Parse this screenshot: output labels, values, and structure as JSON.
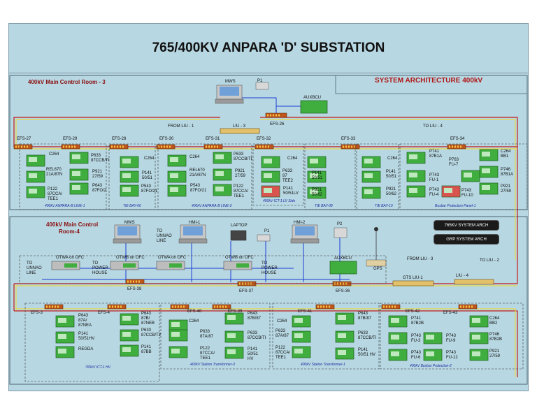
{
  "title": "765/400KV ANPARA 'D' SUBSTATION",
  "colors": {
    "bg": "#b7d7e2",
    "red": "#c21b1b",
    "yellow": "#e8d84a",
    "blue": "#1d3fd6",
    "relay": "#3fae3f",
    "relay_alarm": "#d9534f",
    "efs": "#c0561b"
  },
  "room3": {
    "label": "400kV Main Control Room - 3",
    "arch_label": "SYSTEM ARCHITECTURE 400kV",
    "mws": "MWS",
    "p1": "P1",
    "auxbcu": "AUXBCU",
    "from_liu": "FROM LIU - 1",
    "liu": "LIU - 3",
    "to_liu": "TO LIU - 4",
    "efs_top": "EFS-26",
    "switches": [
      "EFS-27",
      "EFS-29",
      "EFS-28",
      "EFS-30",
      "EFS-31",
      "EFS-32",
      "EFS-33",
      "EFS-34"
    ],
    "bays": [
      {
        "name": "400kV ANPARA-B LINE-1",
        "relays": [
          "C264",
          "REL670 21A/87N",
          "P633 87CCB/TI",
          "P921 27/59",
          "P643 87FO/2",
          "P122 87CCA/ TEE1"
        ]
      },
      {
        "name": "TIE BAY-06",
        "relays": [
          "C264",
          "P141 50/51",
          "P543 87FO/21"
        ]
      },
      {
        "name": "400kV ANPARA-B LINE-2",
        "relays": [
          "C264",
          "REL670 21A/87N",
          "P633 87CCB/TI",
          "P921 27/59",
          "P543 87FO/21",
          "P122 87CCA/ TEE1"
        ]
      },
      {
        "name": "400kV ICT-1 LV Side",
        "relays": [
          "C264",
          "P633 87 TEE2",
          "P141 50/51LV"
        ]
      },
      {
        "name": "TIE BAY-08",
        "relays": [
          "P141 50/51",
          "P921 50/62"
        ]
      },
      {
        "name": "TIE BAY-10",
        "relays": [
          "C264",
          "P141 50/51",
          "P921 50/62"
        ]
      },
      {
        "name": "Busbar Protection Panel-1",
        "relays": [
          "P741 87B1A",
          "P763 FU-7",
          "P743 FU-1",
          "P743 FU-4",
          "P743 FU-10",
          "C264 BB1",
          "P746 87B1A",
          "P921 27/59"
        ]
      }
    ]
  },
  "room4": {
    "label_line1": "400kV Main Control",
    "label_line2": "Room-4",
    "buttons": [
      "765KV SYSTEM ARCH",
      "GRP SYSTEM ARCH"
    ],
    "mws": "MWS",
    "hmi1": "HMI-1",
    "laptop": "LAPTOP",
    "hmi2": "HMI-2",
    "p1": "P1",
    "p2": "P2",
    "auxbcu": "AUXBCU",
    "gps": "GPS",
    "to_unnao": "TO UNNAO LINE",
    "to_unnao_left": "TO UNNAO LINE",
    "otwa": [
      "OTWA on OFC",
      "OTWB on OFC",
      "OTWA on OFC",
      "OTWB on OFC"
    ],
    "to_power": [
      "TO POWER HOUSE",
      "TO POWER HOUSE"
    ],
    "from_liu": "FROM LIU - 3",
    "to_liu": "TO LIU - 2",
    "liu_center": "GTS LIU-1",
    "liu_right": "LIU - 4",
    "switches_mid": [
      "EFS-38",
      "EFS-37",
      "EFS-36"
    ],
    "switches": [
      "EFS-3",
      "EFS-4",
      "EFS-40",
      "EFS-39",
      "EFS-41",
      "EFS-42",
      "EFS-43"
    ],
    "bays": [
      {
        "name": "765kV ICT-1 HV",
        "relays": [
          "P643 87A/ 87NEA",
          "P141 50/51HV",
          "REGDA",
          "P643 87B/ 87NEB",
          "P633 87CCB/T2",
          "P141 87BB"
        ]
      },
      {
        "name": "400kV Station Transformer-3",
        "relays": [
          "C264",
          "P633 87A/87",
          "P122 87CCA/ TEE1",
          "P643 87B/87",
          "P633 87CCB/TI",
          "P141 50/51 HV"
        ]
      },
      {
        "name": "400kV Station Transformer-1",
        "relays": [
          "C264",
          "P633 87A/87",
          "P122 87CCA/ TEE1",
          "P643 87B/87",
          "P633 87CCB/TI",
          "P141 50/51 HV"
        ]
      },
      {
        "name": "400kV Busbar Protection-2",
        "relays": [
          "P741 87B2B",
          "P743 FU-3",
          "P743 FU-6",
          "P743 FU-9",
          "P743 FU-12",
          "C264 BB2",
          "P746 87B2B",
          "P921 27/59"
        ]
      }
    ]
  }
}
